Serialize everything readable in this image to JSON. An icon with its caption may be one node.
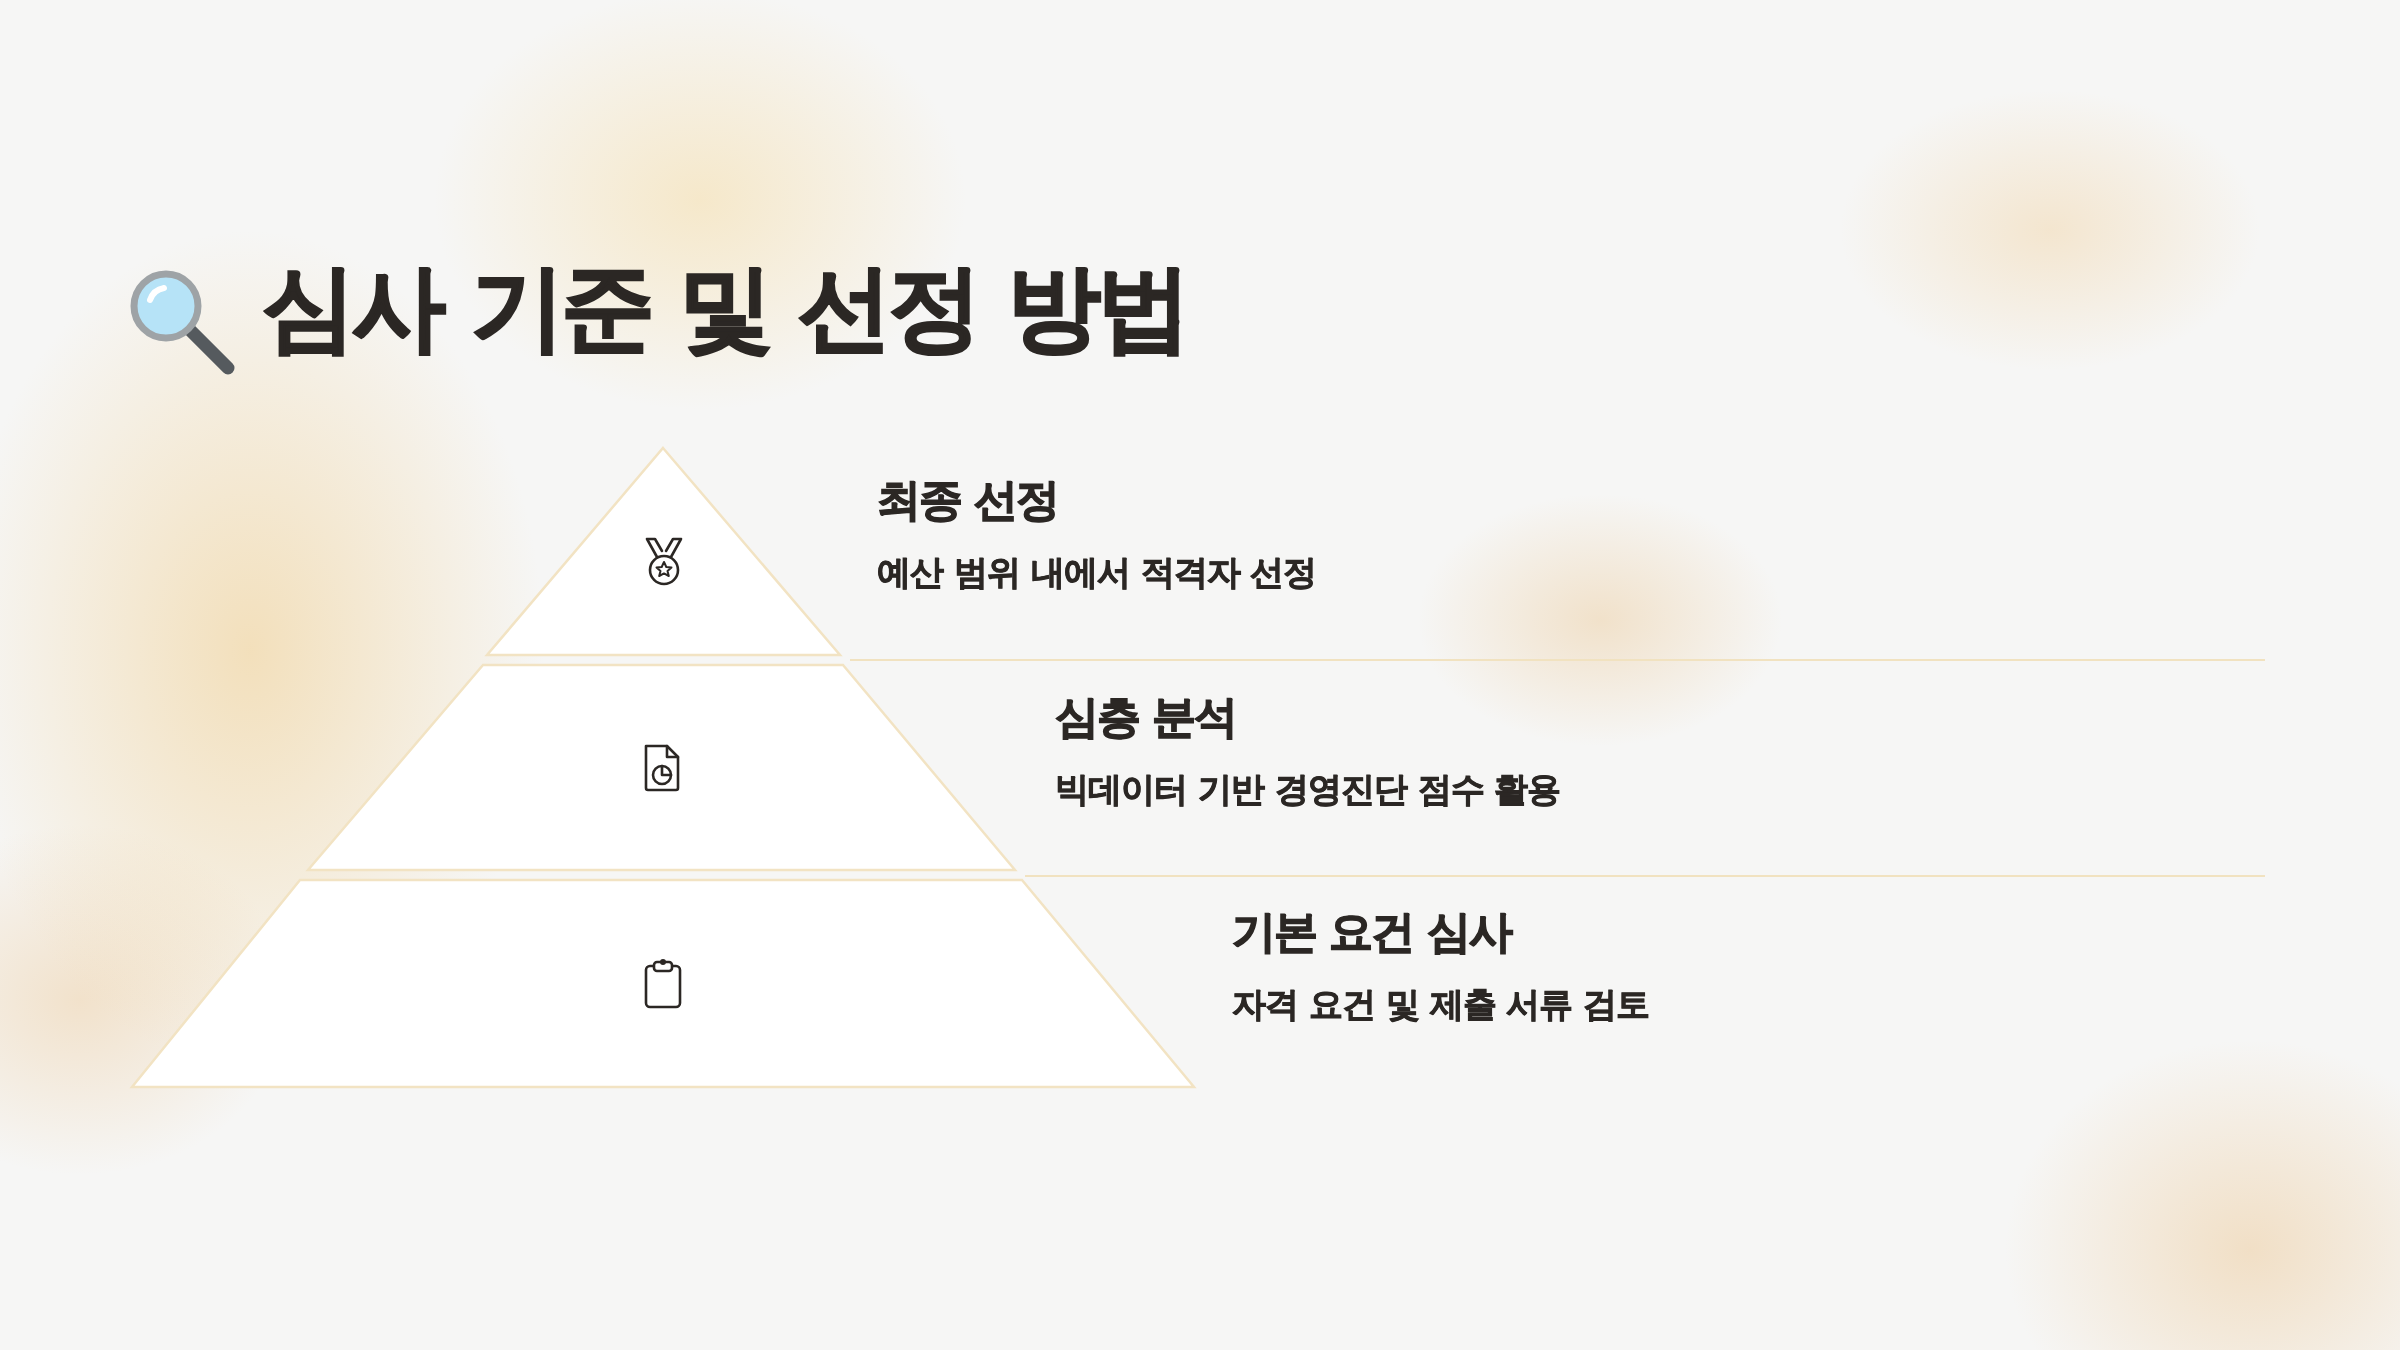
{
  "diagram": {
    "title": "심사 기준 및 선정 방법",
    "nodes": [
      {
        "text": [
          "최종 선정",
          "예산 범위 내에서 적격자 선정"
        ]
      },
      {
        "text": [
          "심층 분석",
          "빅데이터 기반 경영진단 점수 활용"
        ]
      },
      {
        "text": [
          "기본 요건 심사",
          "자격 요건 및 제출 서류 검토"
        ]
      }
    ]
  }
}
